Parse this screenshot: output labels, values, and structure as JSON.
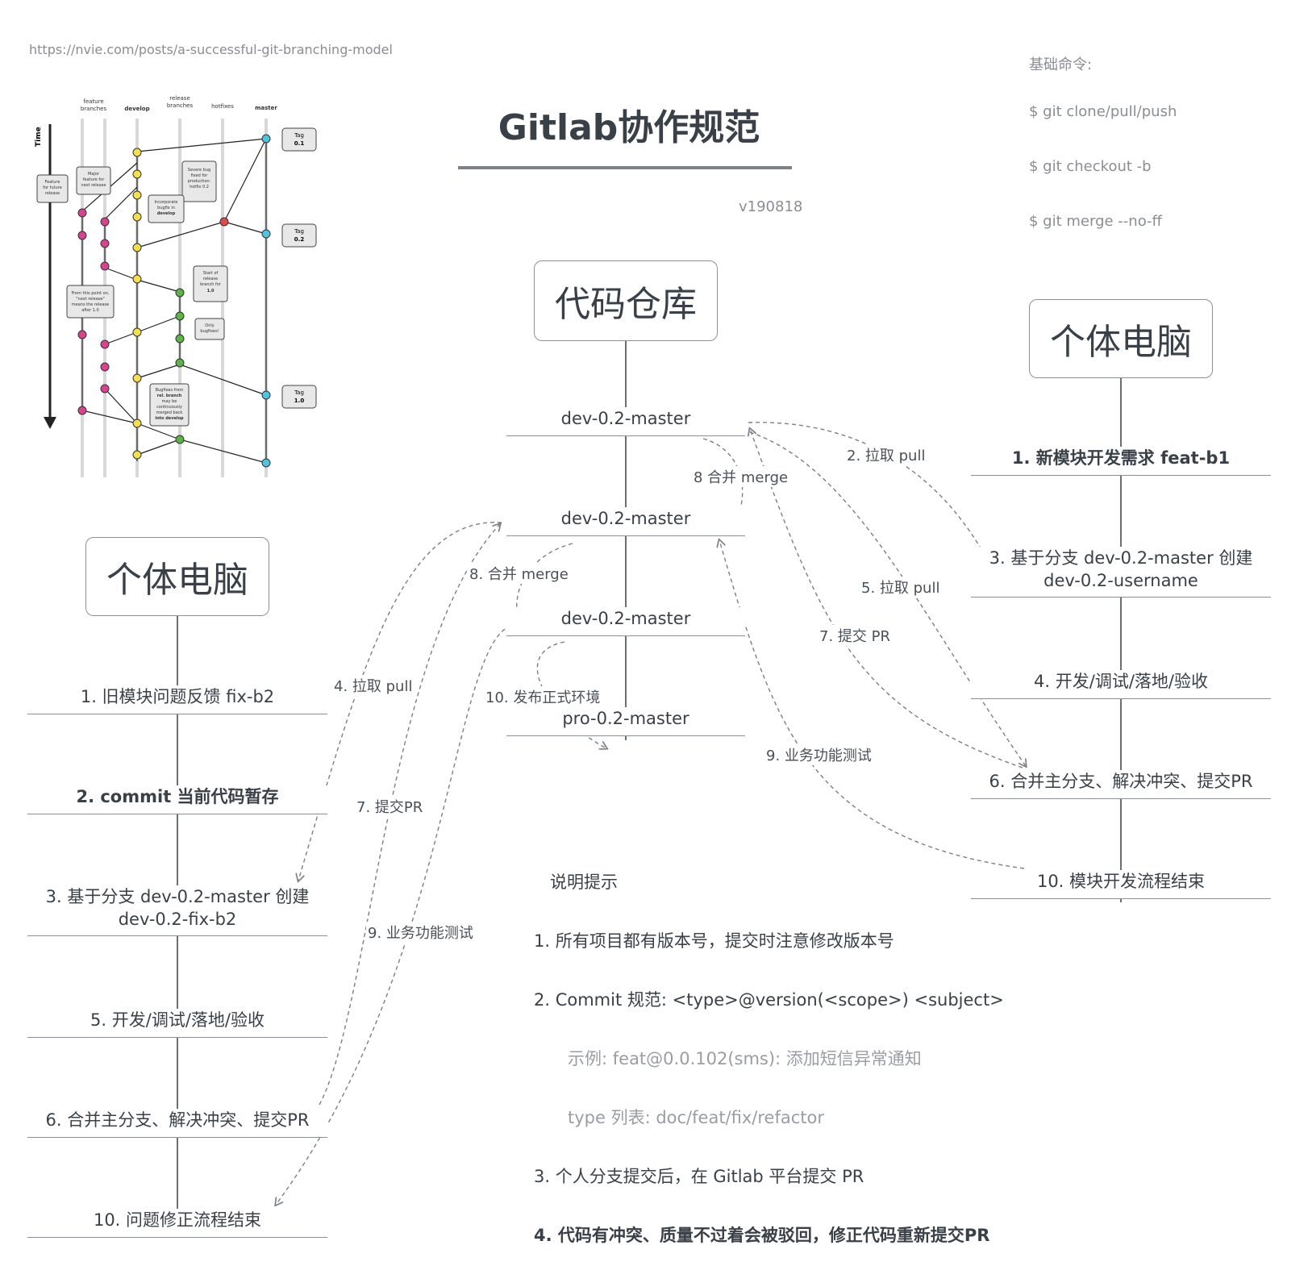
{
  "url": "https://nvie.com/posts/a-successful-git-branching-model",
  "title": "Gitlab协作规范",
  "version": "v190818",
  "commands": {
    "heading": "基础命令:",
    "items": [
      "$ git clone/pull/push",
      "$ git checkout -b",
      "$ git merge --no-ff"
    ]
  },
  "repo": {
    "label": "代码仓库",
    "nodes": [
      "dev-0.2-master",
      "dev-0.2-master",
      "dev-0.2-master",
      "pro-0.2-master"
    ]
  },
  "right_pc": {
    "label": "个体电脑",
    "nodes": [
      "1. 新模块开发需求 feat-b1",
      "3. 基于分支 dev-0.2-master 创建\ndev-0.2-username",
      "4. 开发/调试/落地/验收",
      "6. 合并主分支、解决冲突、提交PR",
      "10. 模块开发流程结束"
    ]
  },
  "left_pc": {
    "label": "个体电脑",
    "nodes": [
      "1. 旧模块问题反馈 fix-b2",
      "2. commit 当前代码暂存",
      "3. 基于分支 dev-0.2-master 创建\ndev-0.2-fix-b2",
      "5. 开发/调试/落地/验收",
      "6. 合并主分支、解决冲突、提交PR",
      "10. 问题修正流程结束"
    ]
  },
  "edge_labels": {
    "r2": "2. 拉取 pull",
    "r8": "8 合并 merge",
    "r5": "5. 拉取 pull",
    "r7": "7. 提交 PR",
    "r9": "9. 业务功能测试",
    "l8": "8. 合并 merge",
    "l4": "4. 拉取 pull",
    "l10": "10. 发布正式环境",
    "l7": "7. 提交PR",
    "l9": "9. 业务功能测试"
  },
  "notes": {
    "heading": "说明提示",
    "n1": "1. 所有项目都有版本号，提交时注意修改版本号",
    "n2": "2. Commit 规范: <type>@version(<scope>) <subject>",
    "n2_example": "示例: feat@0.0.102(sms): 添加短信异常通知",
    "n2_types": "type 列表: doc/feat/fix/refactor",
    "n3": "3. 个人分支提交后，在 Gitlab 平台提交 PR",
    "n4": "4. 代码有冲突、质量不过着会被驳回，修正代码重新提交PR"
  },
  "model_diagram": {
    "columns": [
      "feature\nbranches",
      "develop",
      "release\nbranches",
      "hotfixes",
      "master"
    ],
    "axis": "Time",
    "tags": [
      "Tag\n0.1",
      "Tag\n0.2",
      "Tag\n1.0"
    ],
    "callouts": [
      "Feature\nfor future\nrelease",
      "Major\nfeature for\nnext release",
      "Severe bug\nfixed for\nproduction:\nhotfix 0.2",
      "Incorporate\nbugfix in\ndevelop",
      "Start of\nrelease\nbranch for\n1.0",
      "From this point on,\n\"next release\"\nmeans the release\nafter 1.0",
      "Only\nbugfixes!",
      "Bugfixes from\nrel. branch\nmay be\ncontinuously\nmerged back\ninto develop"
    ],
    "colors": {
      "feature": "#d9428f",
      "develop": "#f4e04d",
      "release": "#5bb544",
      "hotfix": "#e04a4a",
      "master": "#4ec5e0"
    }
  }
}
